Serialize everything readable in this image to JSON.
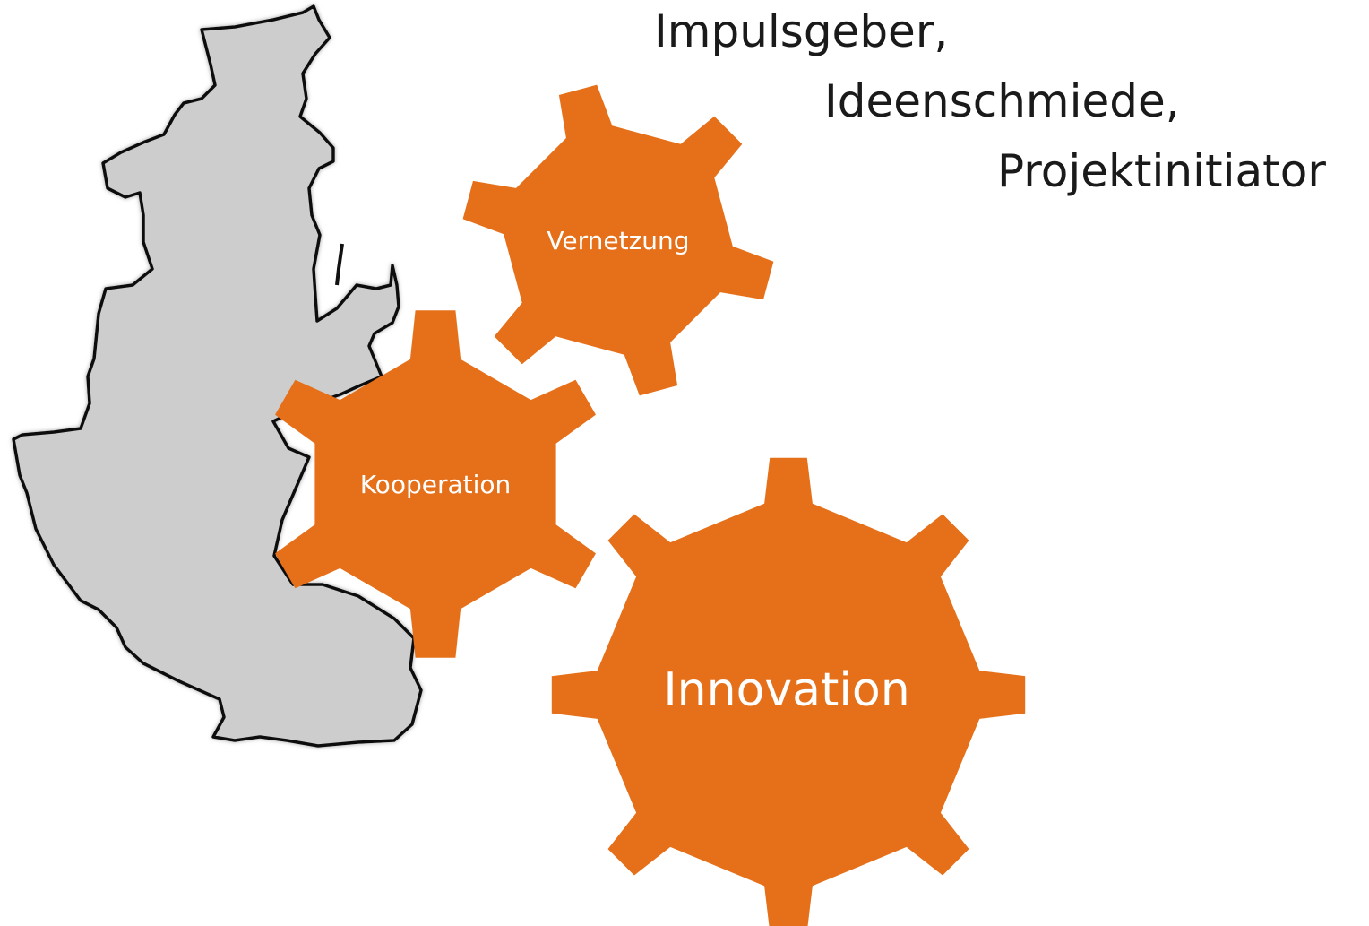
{
  "taglines": [
    "Impulsgeber,",
    "Ideenschmiede,",
    "Projektinitiator"
  ],
  "gears": {
    "vernetzung": "Vernetzung",
    "kooperation": "Kooperation",
    "innovation": "Innovation"
  },
  "colors": {
    "gear": "#E57019",
    "gear_text": "#FFFFFF",
    "map_fill": "#CDCDCD",
    "map_outline": "#111111",
    "text": "#1A1A1A"
  }
}
